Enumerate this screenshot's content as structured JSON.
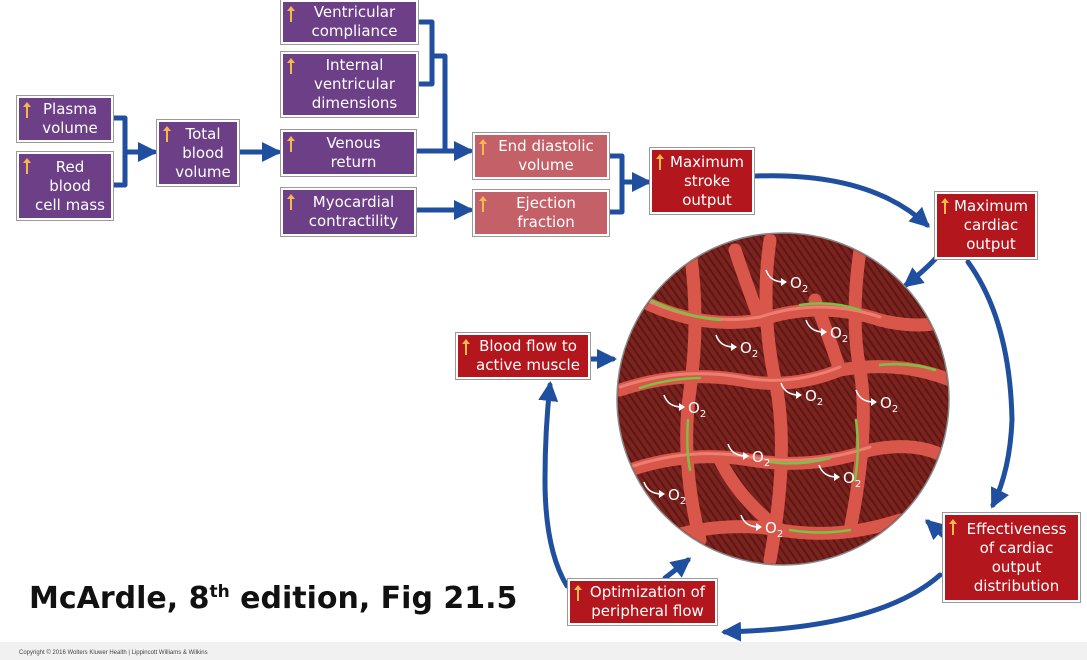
{
  "boxes": {
    "plasma_volume": "Plasma\nvolume",
    "red_blood_cell_mass": "Red\nblood\ncell mass",
    "total_blood_volume": "Total\nblood\nvolume",
    "ventricular_compliance": "Ventricular\ncompliance",
    "internal_ventricular_dimensions": "Internal\nventricular\ndimensions",
    "venous_return": "Venous\nreturn",
    "myocardial_contractility": "Myocardial\ncontractility",
    "end_diastolic_volume": "End diastolic\nvolume",
    "ejection_fraction": "Ejection\nfraction",
    "maximum_stroke_output": "Maximum\nstroke\noutput",
    "maximum_cardiac_output": "Maximum\ncardiac\noutput",
    "blood_flow_to_active_muscle": "Blood flow to\nactive muscle",
    "effectiveness_of_cardiac_output_distribution": "Effectiveness\nof cardiac\noutput\ndistribution",
    "optimization_of_peripheral_flow": "Optimization of\nperipheral flow"
  },
  "o2_label": "O",
  "o2_subscript": "2",
  "credit": {
    "main": "McArdle, 8",
    "sup": "th",
    "rest": " edition, Fig 21.5"
  },
  "copyright": "Copyright © 2016 Wolters Kluwer Health | Lippincott Williams & Wilkins",
  "colors": {
    "purple": "#6d3f86",
    "rose": "#c46168",
    "red": "#b3171d",
    "arrow_blue": "#1f4f9e",
    "up_arrow": "#f5b84a",
    "muscle_dark": "#6e1e1a",
    "capillary": "#d9564a",
    "flow_green": "#7cc242"
  }
}
